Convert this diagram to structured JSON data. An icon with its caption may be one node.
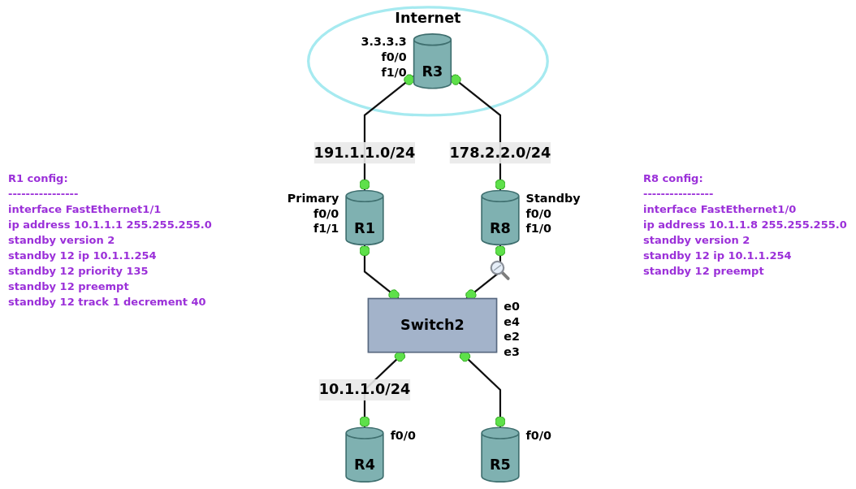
{
  "diagram": {
    "nodes": [
      {
        "text": [
          "Internet"
        ]
      },
      {
        "text": [
          "R3"
        ],
        "in": 0,
        "beside": [
          "3.3.3.3",
          "f0/0",
          "f1/0"
        ]
      },
      {
        "text": [
          "R1"
        ],
        "beside": [
          "Primary",
          "f0/0",
          "f1/1"
        ]
      },
      {
        "text": [
          "R8"
        ],
        "beside": [
          "Standby",
          "f0/0",
          "f1/0"
        ]
      },
      {
        "text": [
          "Switch2"
        ],
        "beside": [
          "e0",
          "e4",
          "e2",
          "e3"
        ]
      },
      {
        "text": [
          "R4"
        ],
        "beside": [
          "f0/0"
        ]
      },
      {
        "text": [
          "R5"
        ],
        "beside": [
          "f0/0"
        ]
      }
    ],
    "edges": [
      {
        "from": 1,
        "to": 2,
        "arrow": "other",
        "label": "191.1.1.0/24"
      },
      {
        "from": 1,
        "to": 3,
        "arrow": "other",
        "label": "178.2.2.0/24"
      },
      {
        "from": 2,
        "to": 4,
        "arrow": "other"
      },
      {
        "from": 3,
        "to": 4,
        "arrow": "other"
      },
      {
        "from": 4,
        "to": 5,
        "arrow": "other",
        "label": "10.1.1.0/24"
      },
      {
        "from": 4,
        "to": 6,
        "arrow": "other"
      }
    ],
    "labels": [
      "R1 config:",
      "----------------",
      "interface FastEthernet1/1",
      "ip address 10.1.1.1 255.255.255.0",
      "standby version 2",
      "standby 12 ip 10.1.1.254",
      "standby 12 priority 135",
      "standby 12 preempt",
      "standby 12 track 1 decrement 40",
      "R8 config:",
      "----------------",
      "interface FastEthernet1/0",
      "ip address 10.1.1.8 255.255.255.0",
      "standby version 2",
      "standby 12 ip 10.1.1.254",
      "standby 12 preempt"
    ]
  }
}
